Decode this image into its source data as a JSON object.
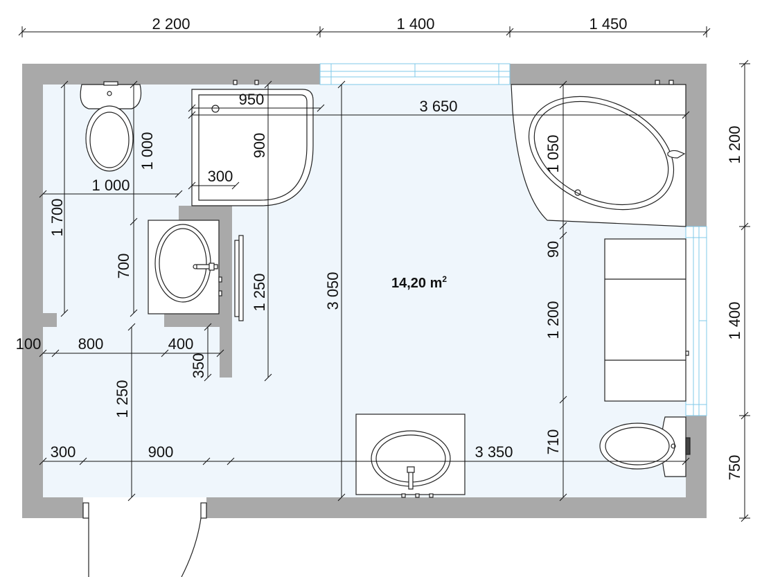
{
  "colors": {
    "wall": "#a9a9a9",
    "floor": "#eff6fc",
    "window": "#7fc8e8",
    "line": "#111111"
  },
  "room_area": {
    "value": "14,20 m",
    "superscript": "2"
  },
  "dimensions": {
    "top_a": "2 200",
    "top_b": "1 400",
    "top_c": "1 450",
    "right_a": "1 200",
    "right_b": "1 400",
    "right_c": "750",
    "shower_width": "950",
    "shower_depth": "900",
    "shower_corner": "300",
    "room_width_top": "3 650",
    "wc_room_depth": "1 000",
    "wc_room_width": "1 000",
    "wc_left_height": "1 700",
    "basin_zone": "700",
    "passage_height": "1 250",
    "room_depth": "3 050",
    "bath_depth": "1 050",
    "gap_90": "90",
    "radiator_len": "1 200",
    "wc2_zone": "710",
    "wall_100": "100",
    "span_800": "800",
    "span_400": "400",
    "span_350": "350",
    "hall_depth": "1 250",
    "span_300": "300",
    "span_900": "900",
    "room_width_bottom": "3 350"
  }
}
